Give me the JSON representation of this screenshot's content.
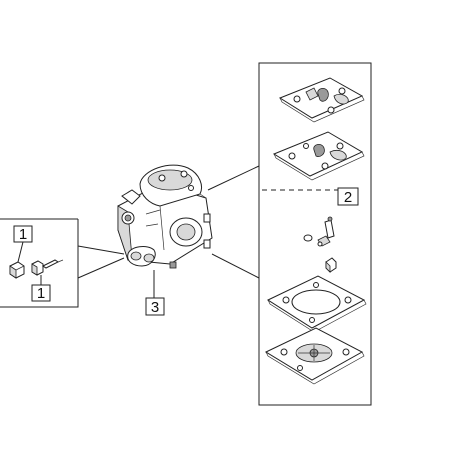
{
  "callouts": {
    "screw_top": "1",
    "screw_bottom": "1",
    "kit": "2",
    "carburetor": "3"
  },
  "colors": {
    "line": "#222222",
    "shade": "#d9d9d9",
    "background": "#ffffff"
  }
}
